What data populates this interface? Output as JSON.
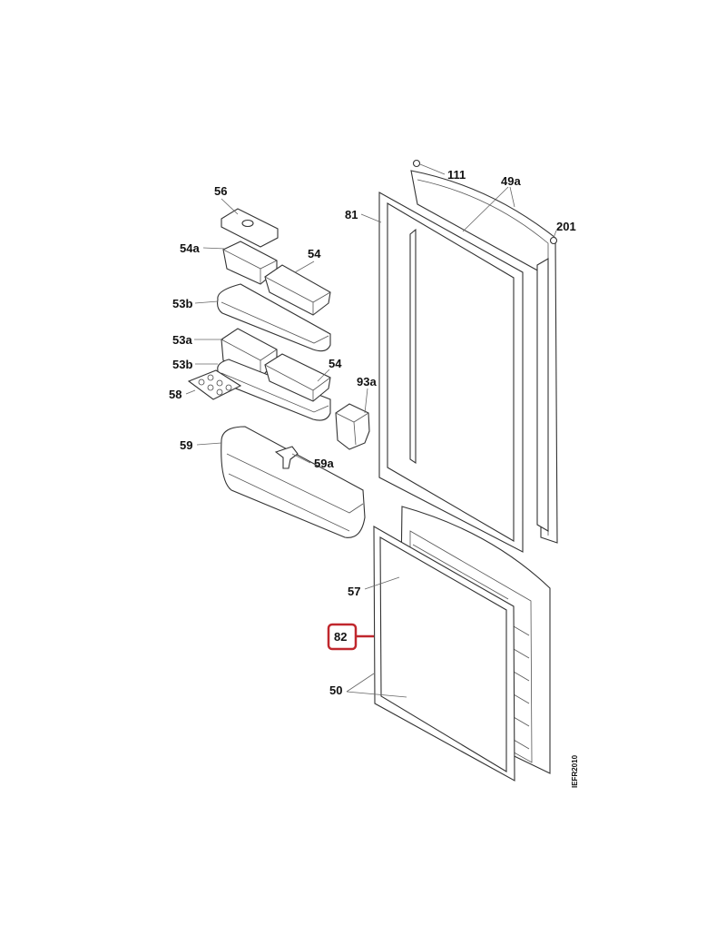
{
  "diagram": {
    "title_code": "IEFR2010",
    "highlight_color": "#c0272d",
    "highlighted_part": "82",
    "labels": {
      "p56": "56",
      "p54a": "54a",
      "p54_top": "54",
      "p53b_top": "53b",
      "p53a": "53a",
      "p53b_bottom": "53b",
      "p54_bottom": "54",
      "p58": "58",
      "p59": "59",
      "p59a": "59a",
      "p93a": "93a",
      "p81": "81",
      "p111": "111",
      "p49a": "49a",
      "p201": "201",
      "p57": "57",
      "p82": "82",
      "p50": "50"
    }
  }
}
